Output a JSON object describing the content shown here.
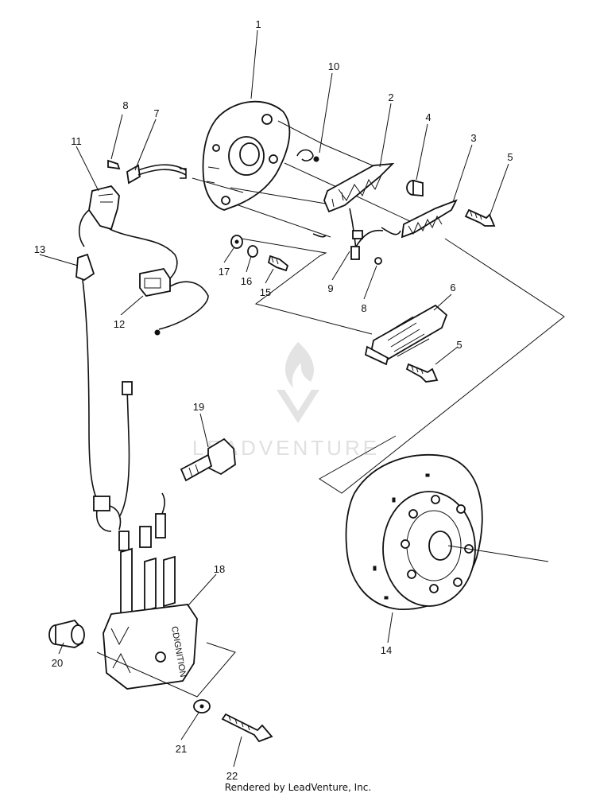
{
  "diagram": {
    "callouts": {
      "p1": "1",
      "p2": "2",
      "p3": "3",
      "p4": "4",
      "p5a": "5",
      "p5b": "5",
      "p6": "6",
      "p7": "7",
      "p8a": "8",
      "p8b": "8",
      "p9": "9",
      "p10": "10",
      "p11": "11",
      "p12": "12",
      "p13": "13",
      "p14": "14",
      "p15": "15",
      "p16": "16",
      "p17": "17",
      "p18": "18",
      "p19": "19",
      "p20": "20",
      "p21": "21",
      "p22": "22"
    },
    "cdi_label": "CDIGNITION",
    "watermark_text": "LEADVENTURE",
    "footer": "Rendered by LeadVenture, Inc."
  }
}
